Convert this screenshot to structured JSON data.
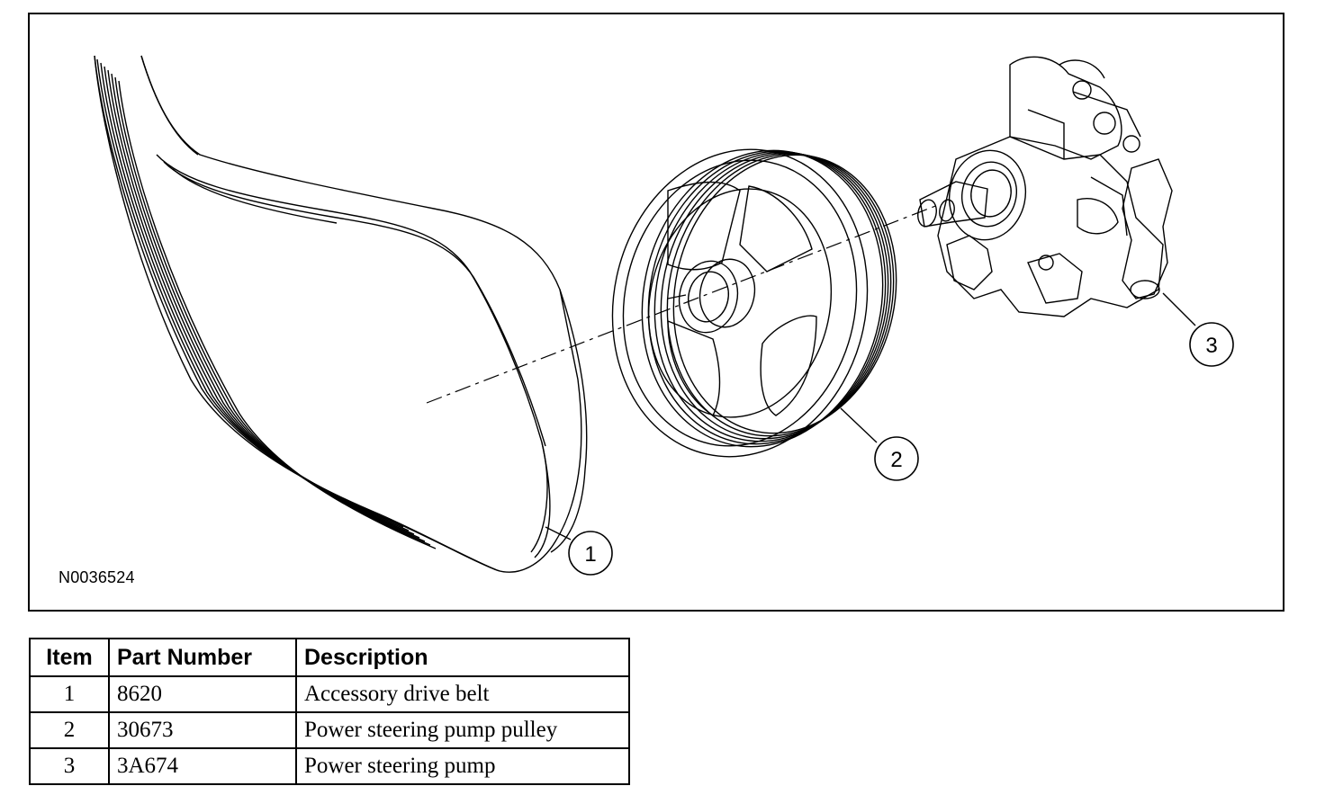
{
  "figure": {
    "id": "N0036524",
    "callouts": [
      {
        "number": "1",
        "part": "belt"
      },
      {
        "number": "2",
        "part": "pulley"
      },
      {
        "number": "3",
        "part": "pump"
      }
    ]
  },
  "table": {
    "headers": {
      "item": "Item",
      "part_number": "Part Number",
      "description": "Description"
    },
    "rows": [
      {
        "item": "1",
        "part_number": "8620",
        "description": "Accessory drive belt"
      },
      {
        "item": "2",
        "part_number": "30673",
        "description": "Power steering pump pulley"
      },
      {
        "item": "3",
        "part_number": "3A674",
        "description": "Power steering pump"
      }
    ]
  }
}
